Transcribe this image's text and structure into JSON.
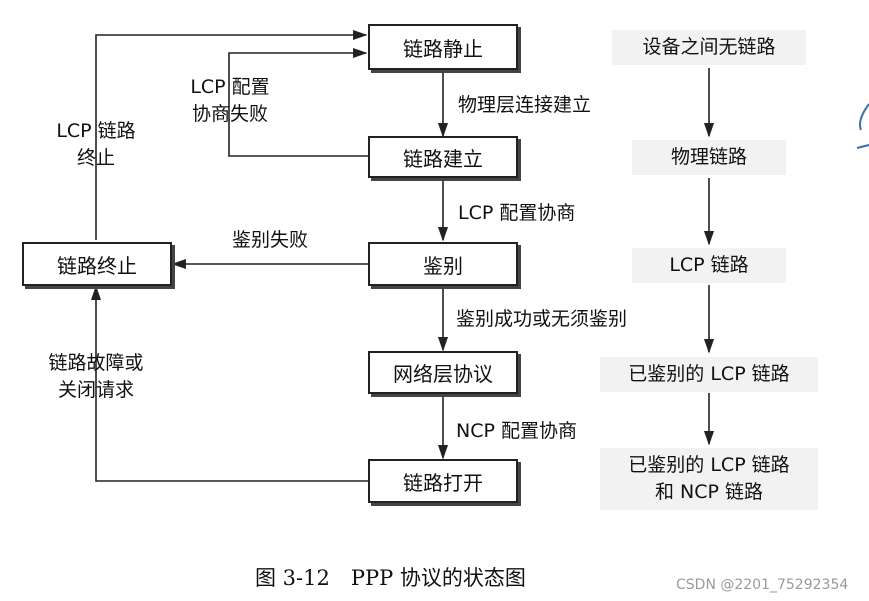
{
  "states": {
    "link_dead": "链路静止",
    "link_establish": "链路建立",
    "authenticate": "鉴别",
    "network": "网络层协议",
    "link_open": "链路打开",
    "link_terminate": "链路终止"
  },
  "transitions": {
    "physical_up": "物理层连接建立",
    "lcp_negotiate": "LCP 配置协商",
    "auth_ok": "鉴别成功或无须鉴别",
    "ncp_negotiate": "NCP 配置协商",
    "auth_fail": "鉴别失败",
    "lcp_fail_line1": "LCP 配置",
    "lcp_fail_line2": "协商失败",
    "lcp_term_line1": "LCP 链路",
    "lcp_term_line2": "终止",
    "fault_line1": "链路故障或",
    "fault_line2": "关闭请求"
  },
  "link_states": [
    "设备之间无链路",
    "物理链路",
    "LCP 链路",
    "已鉴别的 LCP 链路",
    "已鉴别的 LCP 链路",
    "和 NCP 链路"
  ],
  "caption": "图 3-12　PPP 协议的状态图",
  "watermark": "CSDN @2201_75292354"
}
